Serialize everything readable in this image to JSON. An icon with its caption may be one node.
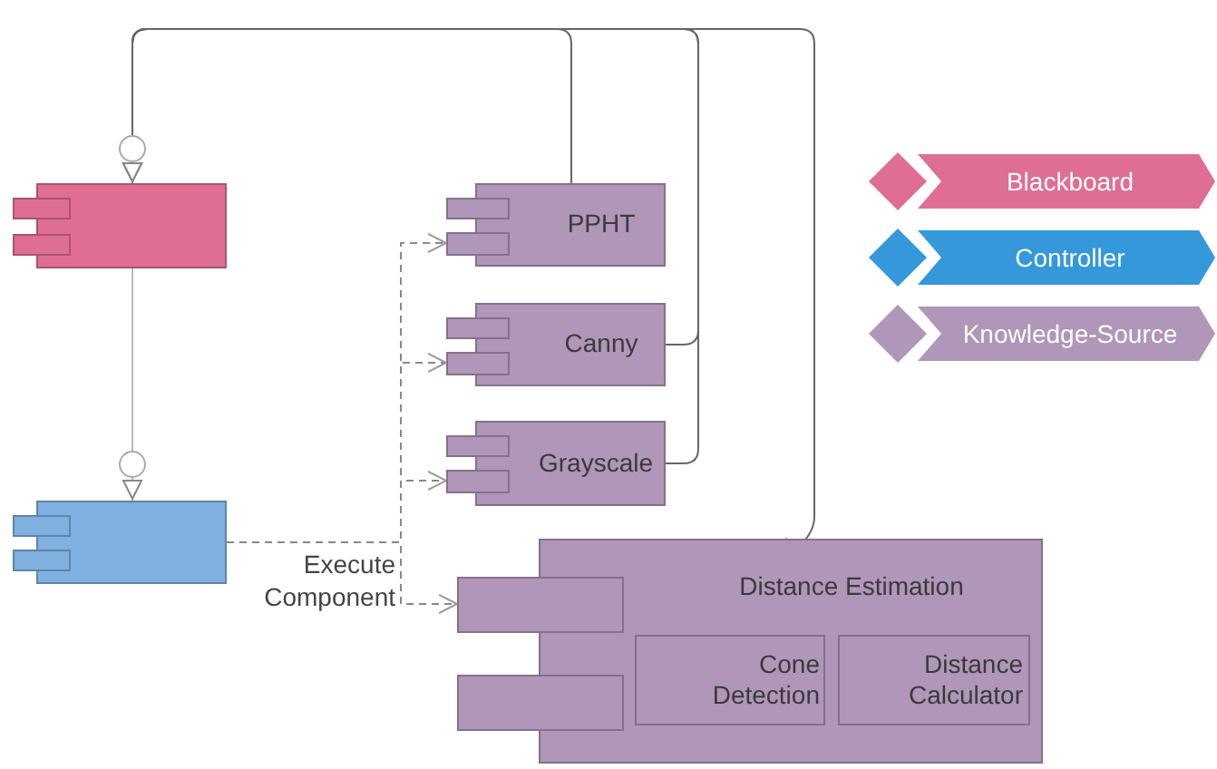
{
  "diagram": {
    "nodes": [
      {
        "text": [],
        "shape": "box"
      },
      {
        "text": [
          "PPHT"
        ]
      },
      {
        "text": [
          "Canny"
        ]
      },
      {
        "text": [
          "Grayscale"
        ]
      },
      {
        "text": [],
        "shape": "box"
      },
      {
        "text": [
          "Distance Estimation"
        ]
      },
      {
        "text": [
          "Cone Detection"
        ],
        "in": 5
      },
      {
        "text": [
          "Distance Calculator"
        ],
        "in": 5
      }
    ],
    "edges": [
      {
        "from": 1,
        "to": 0,
        "arrow": "to"
      },
      {
        "from": 2,
        "to": 0,
        "arrow": "to"
      },
      {
        "from": 3,
        "to": 0,
        "arrow": "to"
      },
      {
        "from": 5,
        "to": 0,
        "arrow": "to"
      },
      {
        "from": 0,
        "to": 4,
        "arrow": "to"
      },
      {
        "from": 4,
        "to": 1,
        "arrow": "to",
        "style": "dashed"
      },
      {
        "from": 4,
        "to": 2,
        "arrow": "to",
        "style": "dashed"
      },
      {
        "from": 4,
        "to": 3,
        "arrow": "to",
        "style": "dashed"
      },
      {
        "from": 4,
        "to": 5,
        "arrow": "to",
        "style": "dashed",
        "label": "Execute Component"
      }
    ],
    "legend": [
      {
        "text": "Blackboard",
        "color": "#df6f92"
      },
      {
        "text": "Controller",
        "color": "#3498db"
      },
      {
        "text": "Knowledge-Source",
        "color": "#b096b8"
      }
    ]
  }
}
